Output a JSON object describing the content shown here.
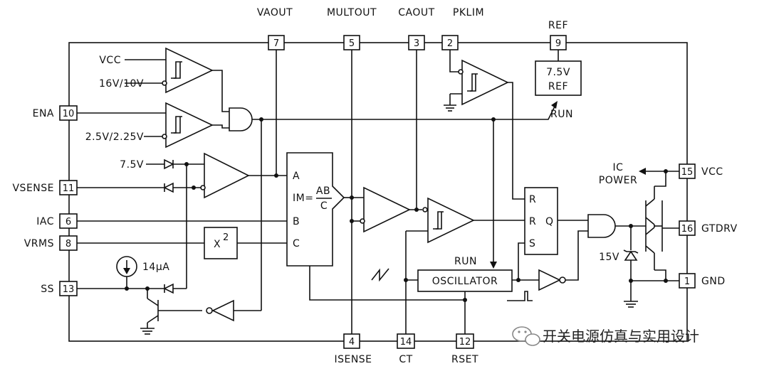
{
  "top_labels": {
    "vaout": "VAOUT",
    "multout": "MULTOUT",
    "caout": "CAOUT",
    "pklim": "PKLIM",
    "ref": "REF"
  },
  "pins": {
    "p7": "7",
    "p5": "5",
    "p3": "3",
    "p2": "2",
    "p9": "9",
    "p10": "10",
    "p11": "11",
    "p6": "6",
    "p8": "8",
    "p13": "13",
    "p4": "4",
    "p14": "14",
    "p12": "12",
    "p15": "15",
    "p16": "16",
    "p1": "1"
  },
  "left_labels": {
    "ena": "ENA",
    "vsense": "VSENSE",
    "iac": "IAC",
    "vrms": "VRMS",
    "ss": "SS"
  },
  "right_labels": {
    "vcc": "VCC",
    "gtdrv": "GTDRV",
    "gnd": "GND"
  },
  "bottom_labels": {
    "isense": "ISENSE",
    "ct": "CT",
    "rset": "RSET"
  },
  "internal": {
    "vcc_in": "VCC",
    "uvlo": "16V/10V",
    "ena_th": "2.5V/2.25V",
    "v75": "7.5V",
    "ref_box_l1": "7.5V",
    "ref_box_l2": "REF",
    "run1": "RUN",
    "run2": "RUN",
    "mult_a": "A",
    "mult_b": "B",
    "mult_c": "C",
    "mult_eq": "IM=",
    "mult_ab": "AB",
    "mult_cden": "C",
    "sq": "X",
    "sq_exp": "2",
    "i14": "14μA",
    "osc": "OSCILLATOR",
    "ff_r1": "R",
    "ff_r2": "R",
    "ff_s": "S",
    "ff_q": "Q",
    "ic_power_l1": "IC",
    "ic_power_l2": "POWER",
    "z15": "15V"
  },
  "watermark": "开关电源仿真与实用设计"
}
